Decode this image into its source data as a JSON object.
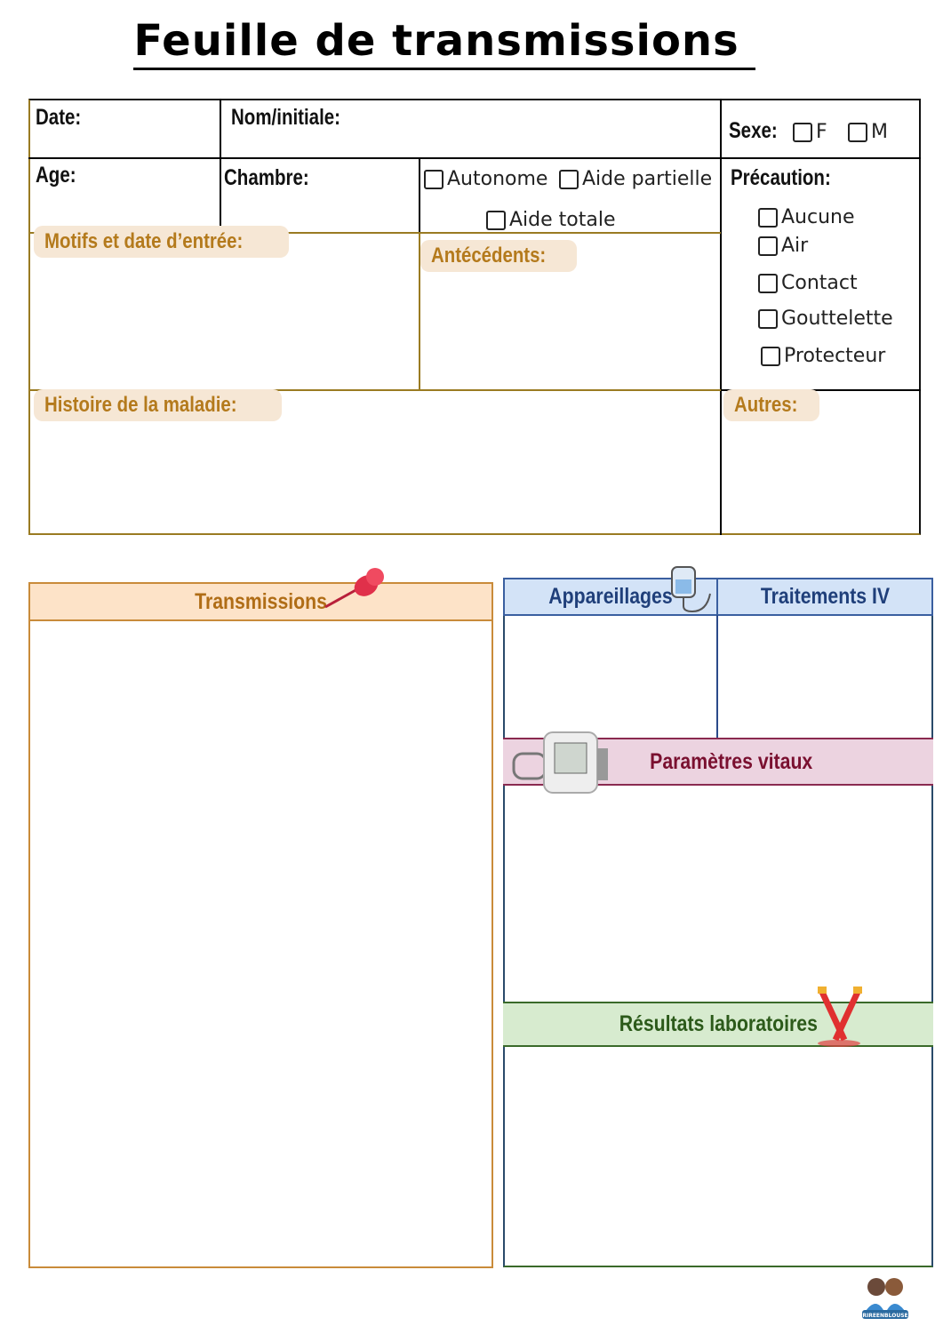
{
  "title": "Feuille de transmissions",
  "fields": {
    "date": "Date:",
    "nom": "Nom/initiale:",
    "sexe": "Sexe:",
    "sexe_f": "F",
    "sexe_m": "M",
    "age": "Age:",
    "chambre": "Chambre:",
    "precaution": "Précaution:"
  },
  "autonomie": {
    "autonome": "Autonome",
    "aide_partielle": "Aide partielle",
    "aide_totale": "Aide totale"
  },
  "precautions": [
    "Aucune",
    "Air",
    "Contact",
    "Gouttelette",
    "Protecteur"
  ],
  "sections": {
    "motifs": "Motifs  et date d’entrée:",
    "antecedents": "Antécédents:",
    "histoire": "Histoire de la maladie:",
    "autres": "Autres:"
  },
  "panels": {
    "transmissions": "Transmissions",
    "appareillages": "Appareillages",
    "traitements": "Traitements IV",
    "parametres": "Paramètres vitaux",
    "resultats": "Résultats laboratoires"
  },
  "logo_text": "RIREENBLOUSE",
  "colors": {
    "tag_bg": "#f6e7d5",
    "tag_text": "#b47a1c",
    "transmissions_bg": "#fde3c8",
    "appareillages_bg": "#d3e3f7",
    "parametres_bg": "#ecd3e0",
    "resultats_bg": "#d7ebcf"
  }
}
